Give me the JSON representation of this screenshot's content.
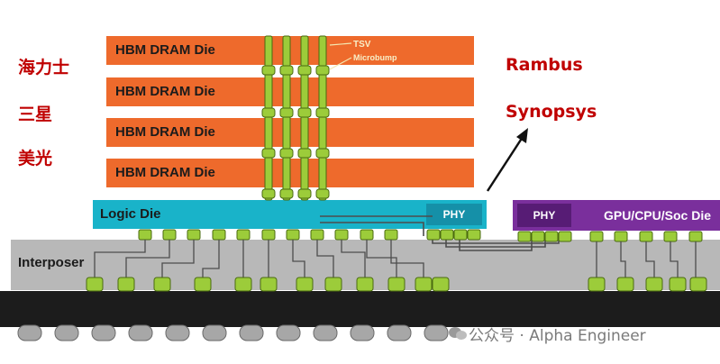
{
  "dies": [
    {
      "label": "HBM DRAM Die"
    },
    {
      "label": "HBM DRAM Die"
    },
    {
      "label": "HBM DRAM Die"
    },
    {
      "label": "HBM DRAM Die"
    }
  ],
  "callouts": {
    "tsv": "TSV",
    "microbump": "Microbump"
  },
  "memory_vendors": [
    "海力士",
    "三星",
    "美光"
  ],
  "ip_vendors": [
    "Rambus",
    "Synopsys"
  ],
  "logic_die": {
    "label": "Logic Die",
    "phy": "PHY"
  },
  "soc_die": {
    "label": "GPU/CPU/Soc Die",
    "phy": "PHY"
  },
  "interposer": {
    "label": "Interposer"
  },
  "watermark": {
    "text": "公众号 · Alpha Engineer"
  },
  "colors": {
    "dram": "#ee6a2c",
    "logic": "#19b3c9",
    "soc": "#7a2f9c",
    "interposer": "#b8b8b8",
    "bump": "#9ccc3a",
    "vendor": "#c00000"
  }
}
